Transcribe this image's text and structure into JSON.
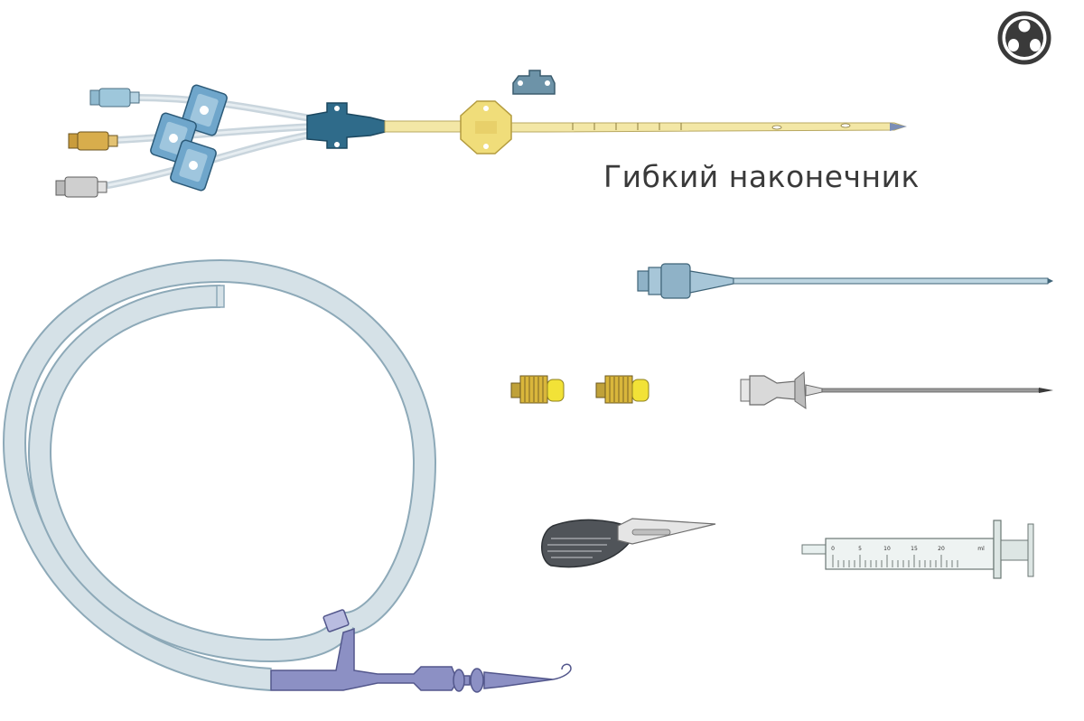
{
  "caption": "Гибкий наконечник",
  "syringe": {
    "scale_marks": [
      "0",
      "5",
      "10",
      "15",
      "20"
    ],
    "unit": "ml"
  },
  "colors": {
    "catheter_body": "#f3e7a6",
    "hub_blue": "#2f6b8a",
    "clamp_blue": "#6fa6cb",
    "tube_gray": "#c9d5dd",
    "guidewire_purple": "#8c90c4",
    "cap_yellow": "#d9b63b",
    "needle_blue": "#a7c6d8"
  },
  "icons": [
    "three-lumen-logo-icon"
  ]
}
